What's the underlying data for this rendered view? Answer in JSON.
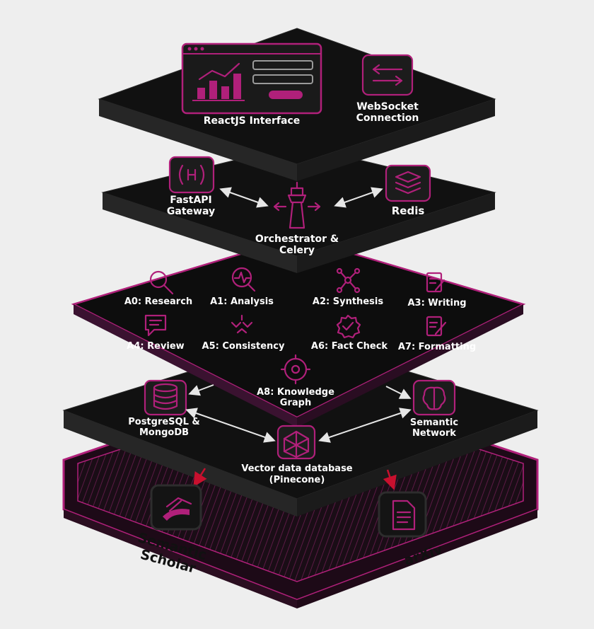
{
  "layers": {
    "ui": {
      "react_label": "ReactJS Interface",
      "websocket_label_1": "WebSocket",
      "websocket_label_2": "Connection"
    },
    "gateway": {
      "fastapi_label_1": "FastAPI",
      "fastapi_label_2": "Gateway",
      "redis_label": "Redis",
      "orchestrator_label_1": "Orchestrator &",
      "orchestrator_label_2": "Celery"
    },
    "agents": {
      "a0": "A0: Research",
      "a1": "A1: Analysis",
      "a2": "A2: Synthesis",
      "a3": "A3: Writing",
      "a4": "A4: Review",
      "a5": "A5: Consistency",
      "a6": "A6: Fact Check",
      "a7": "A7: Formatting",
      "a8_1": "A8: Knowledge",
      "a8_2": "Graph"
    },
    "data": {
      "db_label_1": "PostgreSQL &",
      "db_label_2": "MongoDB",
      "semantic_network_1": "Semantic",
      "semantic_network_2": "Network",
      "vector_label_1": "Vector data database",
      "vector_label_2": "(Pinecone)"
    },
    "sources": {
      "semantic_scholar_1": "Semantic",
      "semantic_scholar_2": "Scholar",
      "arxiv": "arXiv"
    }
  },
  "colors": {
    "background": "#eeeeee",
    "layer": "#111111",
    "accent": "#b0207a",
    "arrow_red": "#c8102e"
  },
  "icons": {
    "react": "dashboard-chart-icon",
    "websocket": "bidirectional-arrows-icon",
    "fastapi": "api-gateway-icon",
    "redis": "redis-stack-icon",
    "orchestrator": "control-tower-icon",
    "a0": "magnifier-icon",
    "a1": "analysis-pulse-icon",
    "a2": "network-nodes-icon",
    "a3": "document-pen-icon",
    "a4": "chat-review-icon",
    "a5": "consistency-arrows-icon",
    "a6": "verified-badge-icon",
    "a7": "formatting-pen-icon",
    "a8": "knowledge-graph-icon",
    "database": "database-cylinder-icon",
    "semantic_network": "brain-icon",
    "vector": "vector-cube-icon",
    "semantic_scholar": "scholar-book-icon",
    "arxiv": "paper-document-icon"
  }
}
